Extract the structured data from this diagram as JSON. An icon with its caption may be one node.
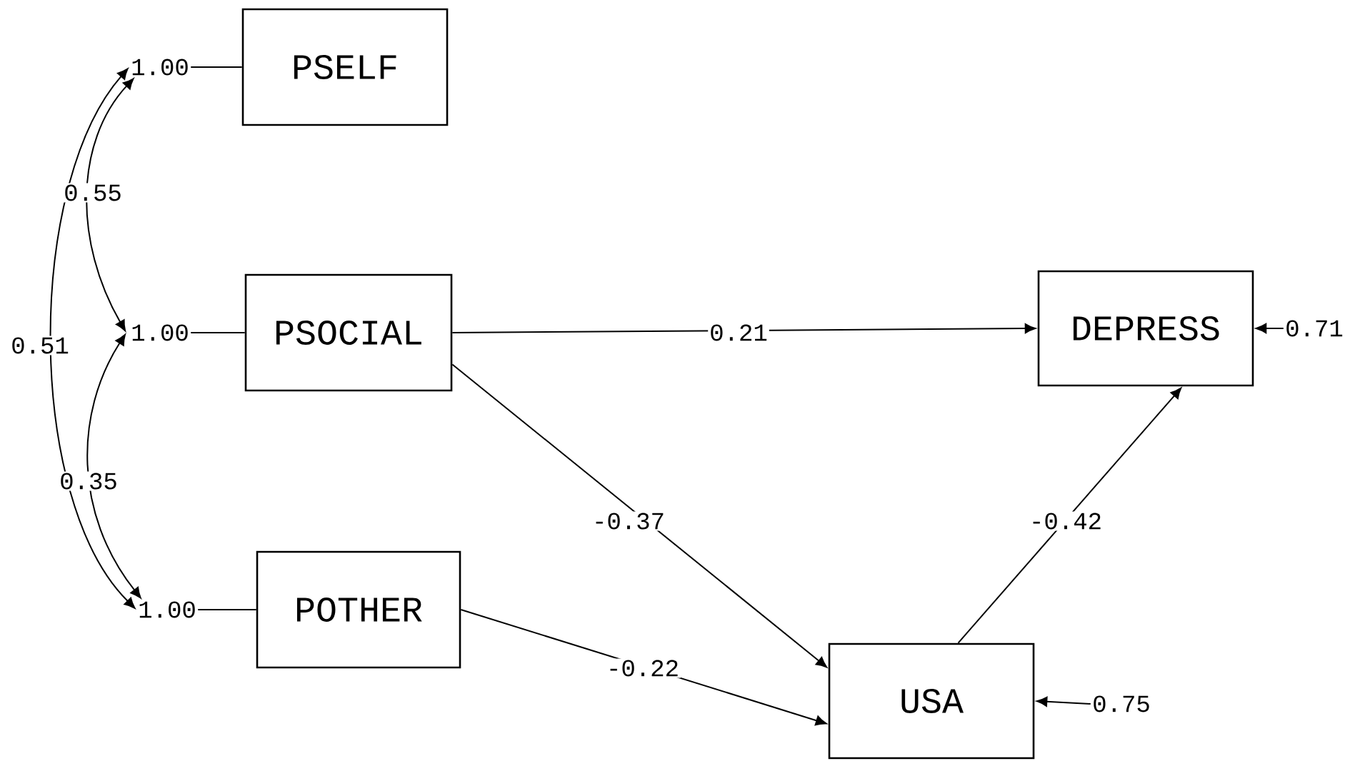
{
  "diagram": {
    "nodes": [
      {
        "text": [
          "1.00"
        ]
      },
      {
        "text": [
          "PSELF"
        ]
      },
      {
        "text": [
          "1.00"
        ]
      },
      {
        "text": [
          "PSOCIAL"
        ]
      },
      {
        "text": [
          "DEPRESS"
        ]
      },
      {
        "text": [
          "0.71"
        ]
      },
      {
        "text": [
          "1.00"
        ]
      },
      {
        "text": [
          "POTHER"
        ]
      },
      {
        "text": [
          "USA"
        ]
      },
      {
        "text": [
          "0.75"
        ]
      }
    ],
    "edges": [
      {
        "from": 0,
        "to": 1,
        "arrow": "none"
      },
      {
        "from": 2,
        "to": 3,
        "arrow": "none"
      },
      {
        "from": 6,
        "to": 7,
        "arrow": "none"
      },
      {
        "from": 0,
        "to": 2,
        "arrow": "both",
        "label": "0.55"
      },
      {
        "from": 2,
        "to": 6,
        "arrow": "both",
        "label": "0.35"
      },
      {
        "from": 0,
        "to": 6,
        "arrow": "both",
        "label": "0.51"
      },
      {
        "from": 3,
        "to": 4,
        "arrow": "to",
        "label": "0.21"
      },
      {
        "from": 3,
        "to": 8,
        "arrow": "to",
        "label": "-0.37"
      },
      {
        "from": 7,
        "to": 8,
        "arrow": "to",
        "label": "-0.22"
      },
      {
        "from": 8,
        "to": 4,
        "arrow": "to",
        "label": "-0.42"
      },
      {
        "from": 5,
        "to": 4,
        "arrow": "to"
      },
      {
        "from": 9,
        "to": 8,
        "arrow": "to"
      }
    ]
  }
}
